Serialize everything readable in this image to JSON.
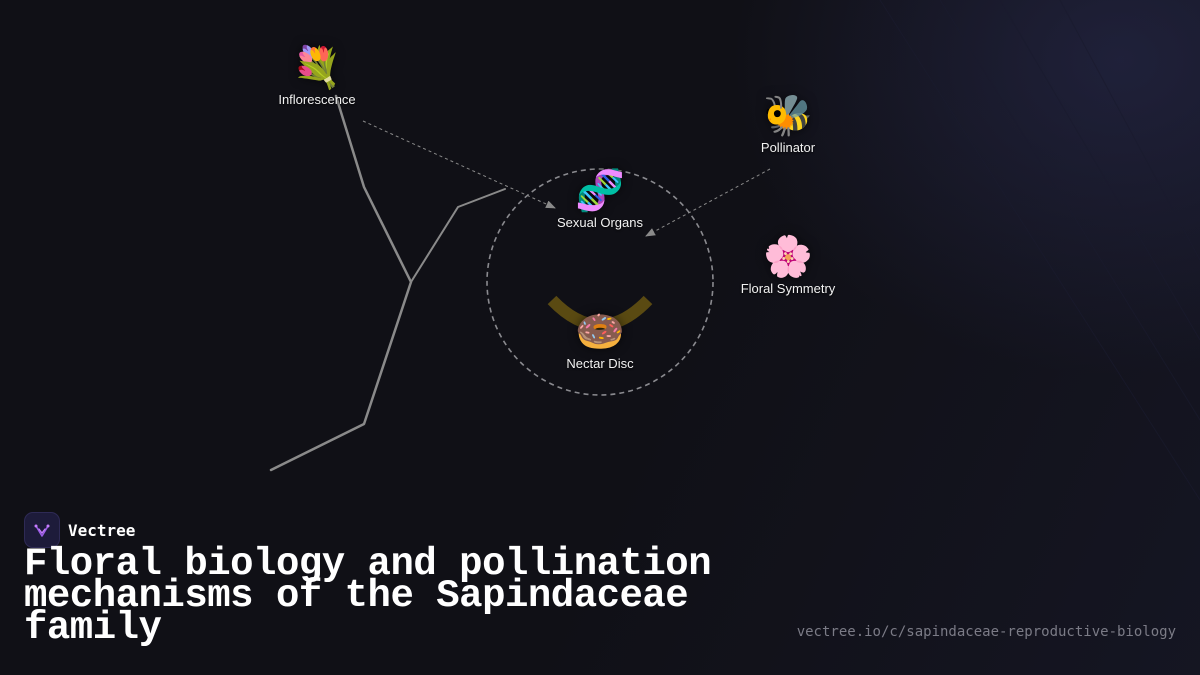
{
  "diagram": {
    "nodes": [
      {
        "id": "inflorescence",
        "label": "Inflorescence",
        "icon": "bouquet-icon",
        "glyph": "💐"
      },
      {
        "id": "pollinator",
        "label": "Pollinator",
        "icon": "bee-icon",
        "glyph": "🐝"
      },
      {
        "id": "sexual_organs",
        "label": "Sexual Organs",
        "icon": "dna-icon",
        "glyph": "🧬"
      },
      {
        "id": "floral_symmetry",
        "label": "Floral Symmetry",
        "icon": "blossom-icon",
        "glyph": "🌸"
      },
      {
        "id": "nectar_disc",
        "label": "Nectar Disc",
        "icon": "doughnut-icon",
        "glyph": "🍩"
      }
    ],
    "edges": [
      {
        "from": "inflorescence",
        "to": "sexual_organs",
        "style": "dashed-arrow"
      },
      {
        "from": "pollinator",
        "to": "sexual_organs",
        "style": "dashed-arrow"
      }
    ],
    "colors": {
      "background": "#101016",
      "branch": "#8a8a8a",
      "circle": "#8a8a8f",
      "arc": "#5a4a12"
    }
  },
  "brand": {
    "name": "Vectree",
    "logo_icon": "vectree-logo-icon",
    "logo_color": "#9b5de5"
  },
  "title": "Floral biology and pollination mechanisms of the Sapindaceae family",
  "url": "vectree.io/c/sapindaceae-reproductive-biology"
}
